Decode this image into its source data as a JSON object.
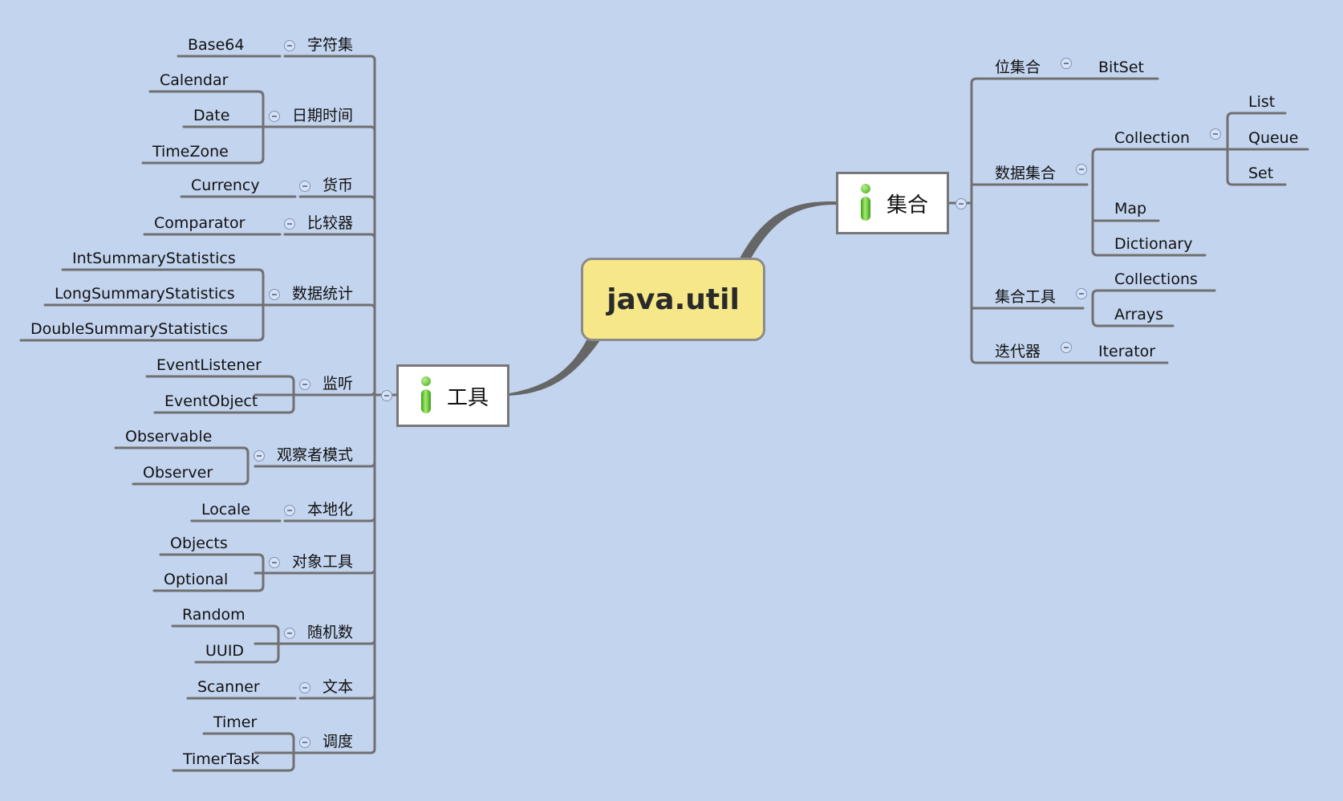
{
  "root": {
    "label": "java.util"
  },
  "topics": {
    "tools": {
      "label": "工具",
      "icon": "info-icon"
    },
    "collections": {
      "label": "集合",
      "icon": "info-icon"
    }
  },
  "tools": [
    {
      "label": "字符集",
      "children": [
        "Base64"
      ]
    },
    {
      "label": "日期时间",
      "children": [
        "Calendar",
        "Date",
        "TimeZone"
      ]
    },
    {
      "label": "货币",
      "children": [
        "Currency"
      ]
    },
    {
      "label": "比较器",
      "children": [
        "Comparator"
      ]
    },
    {
      "label": "数据统计",
      "children": [
        "IntSummaryStatistics",
        "LongSummaryStatistics",
        "DoubleSummaryStatistics"
      ]
    },
    {
      "label": "监听",
      "children": [
        "EventListener",
        "EventObject"
      ]
    },
    {
      "label": "观察者模式",
      "children": [
        "Observable",
        "Observer"
      ]
    },
    {
      "label": "本地化",
      "children": [
        "Locale"
      ]
    },
    {
      "label": "对象工具",
      "children": [
        "Objects",
        "Optional"
      ]
    },
    {
      "label": "随机数",
      "children": [
        "Random",
        "UUID"
      ]
    },
    {
      "label": "文本",
      "children": [
        "Scanner"
      ]
    },
    {
      "label": "调度",
      "children": [
        "Timer",
        "TimerTask"
      ]
    }
  ],
  "collections": [
    {
      "label": "位集合",
      "children": [
        "BitSet"
      ]
    },
    {
      "label": "数据集合",
      "children": [
        "Collection",
        "Map",
        "Dictionary"
      ],
      "collection_children": [
        "List",
        "Queue",
        "Set"
      ]
    },
    {
      "label": "集合工具",
      "children": [
        "Collections",
        "Arrays"
      ]
    },
    {
      "label": "迭代器",
      "children": [
        "Iterator"
      ]
    }
  ],
  "colors": {
    "background": "#c3d4ef",
    "connector": "#707070",
    "root_fill": "#f6e888",
    "topic_fill": "#ffffff",
    "info_icon": "#4cbb2a"
  }
}
